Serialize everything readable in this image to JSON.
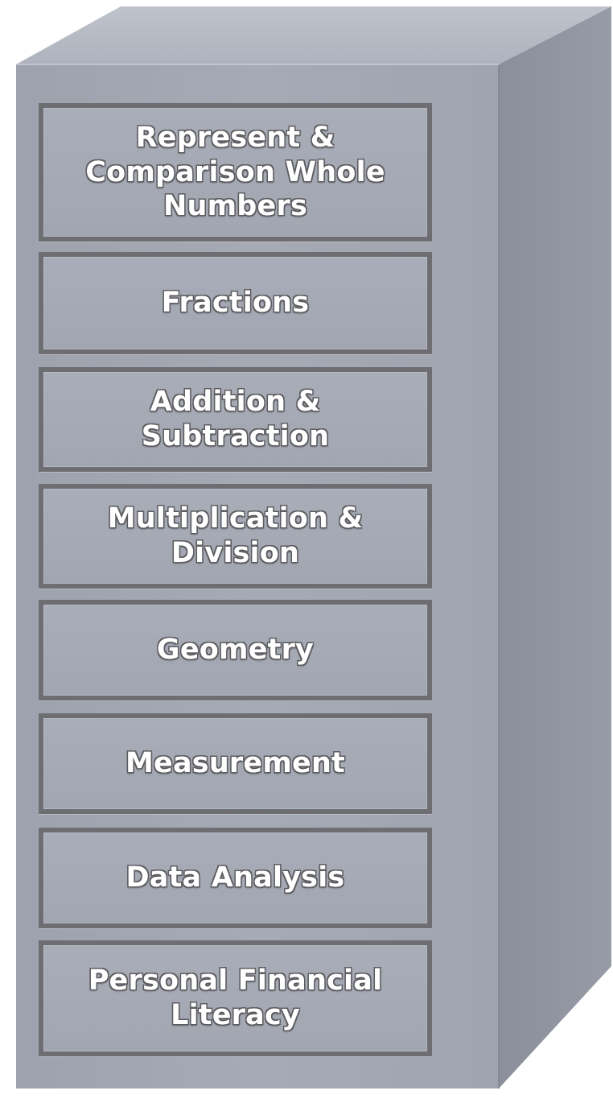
{
  "cabinet": {
    "drawers": [
      {
        "label": "Represent & Comparison Whole Numbers"
      },
      {
        "label": "Fractions"
      },
      {
        "label": "Addition & Subtraction"
      },
      {
        "label": "Multiplication & Division"
      },
      {
        "label": "Geometry"
      },
      {
        "label": "Measurement"
      },
      {
        "label": "Data Analysis"
      },
      {
        "label": "Personal Financial Literacy"
      }
    ]
  },
  "colors": {
    "front_panel": "#a5a9b4",
    "side_panel": "#8e929d",
    "top_panel": "#b7bbc5",
    "drawer_border": "#6e6e72",
    "label_text": "#ffffff"
  }
}
